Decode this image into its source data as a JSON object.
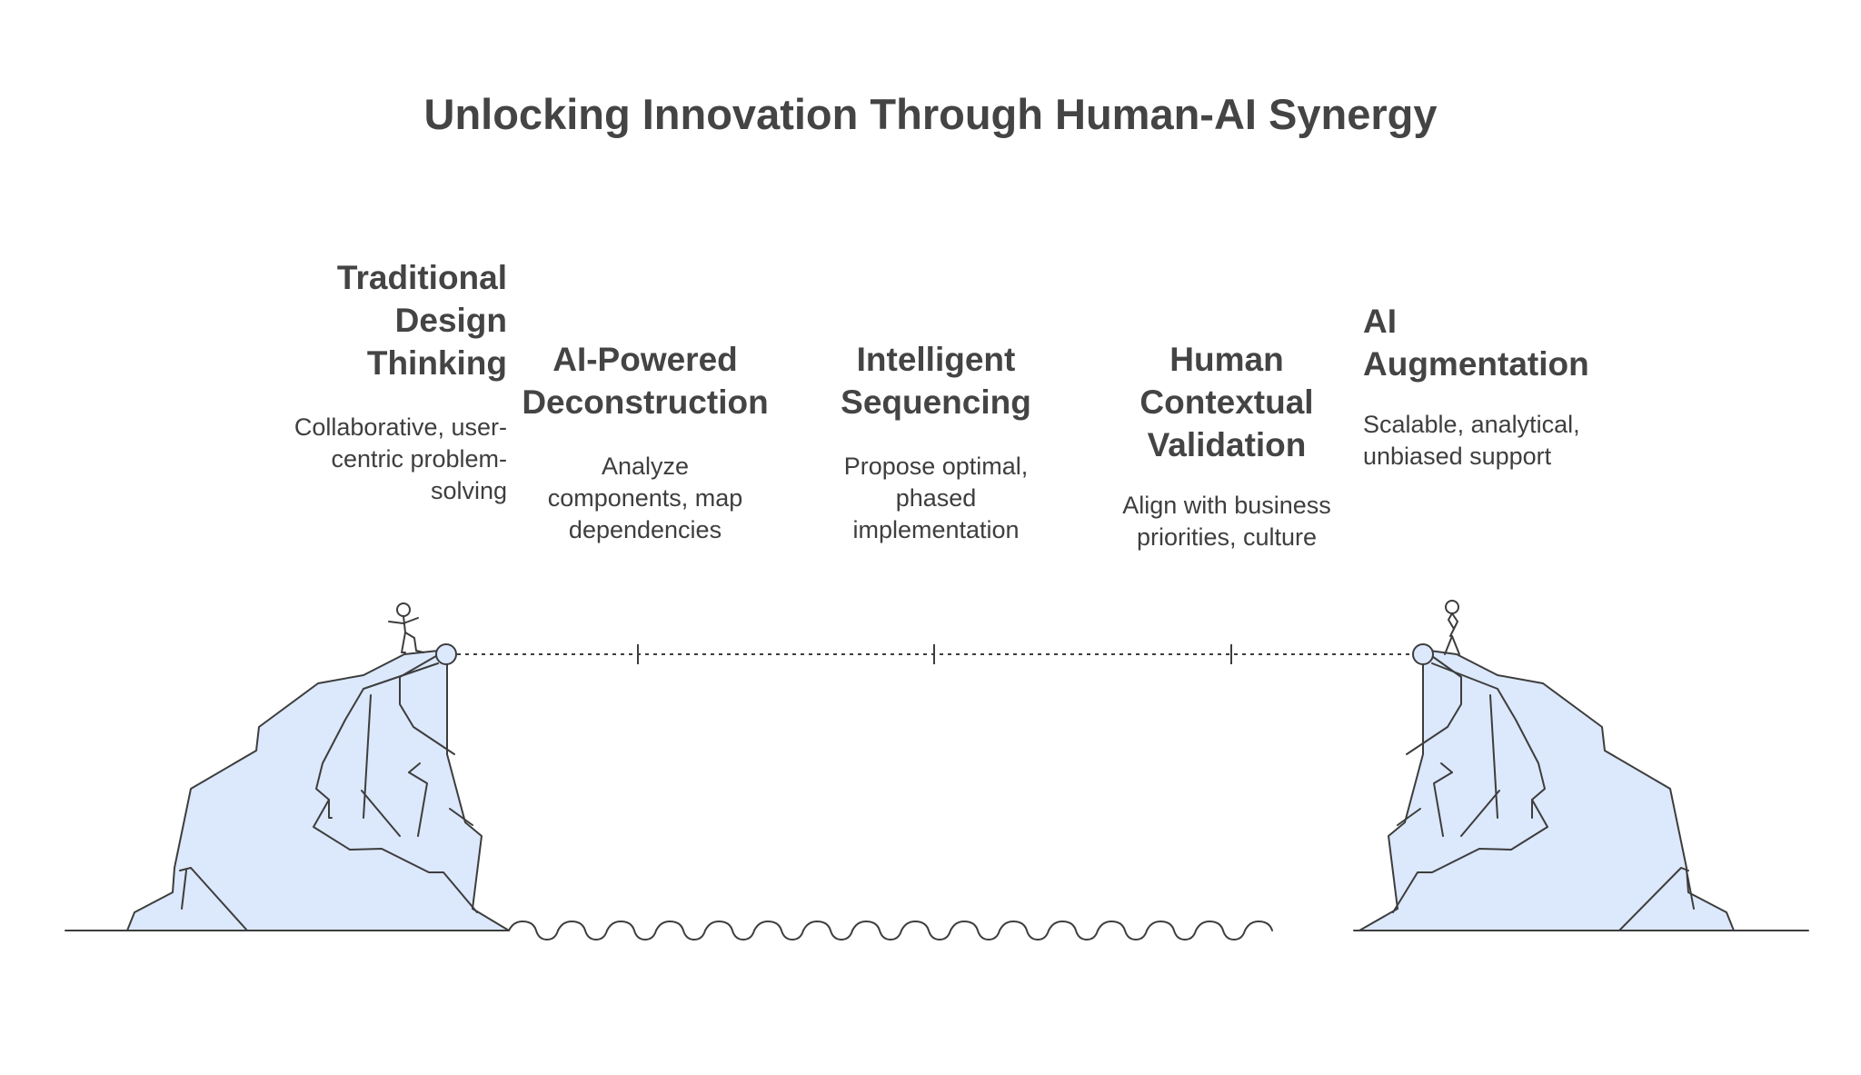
{
  "title": "Unlocking Innovation Through Human-AI Synergy",
  "stages": [
    {
      "heading_lines": [
        "Traditional",
        "Design",
        "Thinking"
      ],
      "desc_lines": [
        "Collaborative, user-",
        "centric problem-",
        "solving"
      ]
    },
    {
      "heading_lines": [
        "AI-Powered",
        "Deconstruction"
      ],
      "desc_lines": [
        "Analyze",
        "components, map",
        "dependencies"
      ]
    },
    {
      "heading_lines": [
        "Intelligent",
        "Sequencing"
      ],
      "desc_lines": [
        "Propose optimal,",
        "phased",
        "implementation"
      ]
    },
    {
      "heading_lines": [
        "Human",
        "Contextual",
        "Validation"
      ],
      "desc_lines": [
        "Align with business",
        "priorities, culture"
      ]
    },
    {
      "heading_lines": [
        "AI",
        "Augmentation"
      ],
      "desc_lines": [
        "Scalable, analytical,",
        "unbiased support"
      ]
    }
  ],
  "colors": {
    "cliff_fill": "#dce8fb",
    "stroke": "#3d3d3d",
    "text": "#444444"
  }
}
